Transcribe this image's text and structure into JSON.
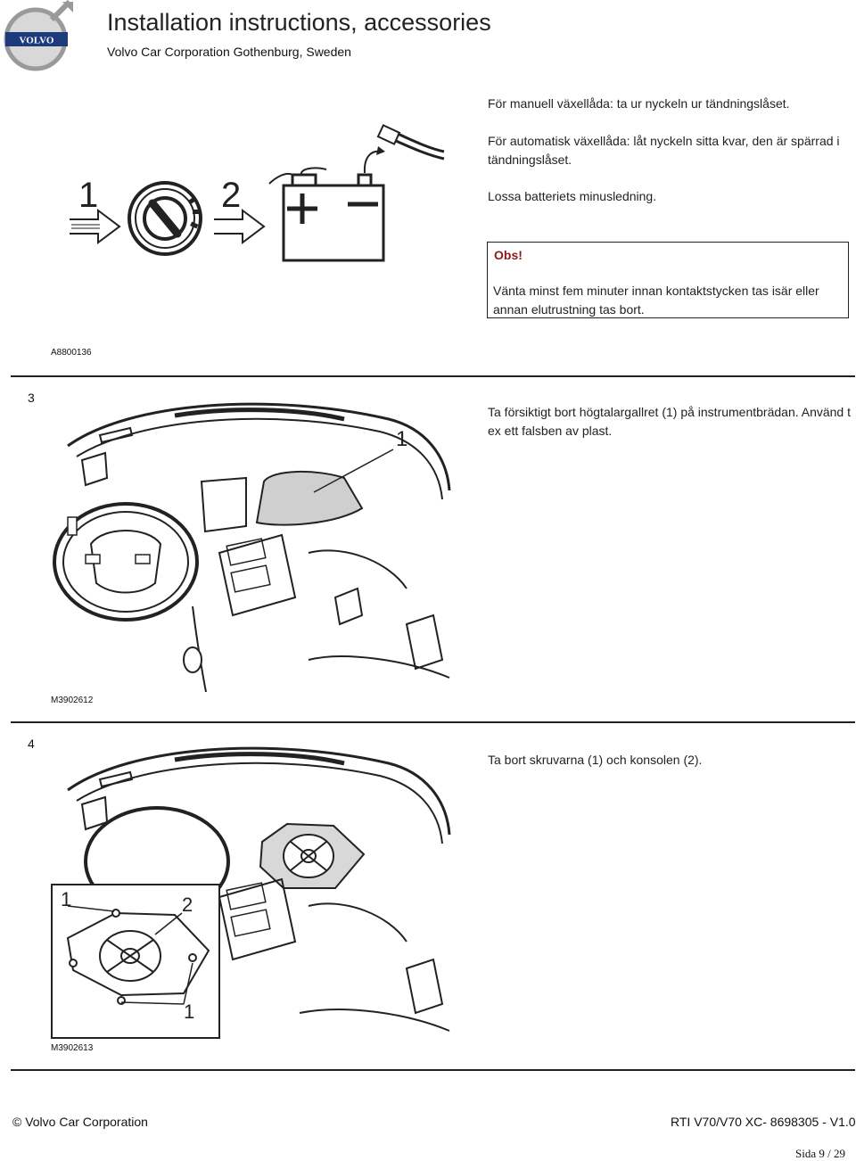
{
  "header": {
    "title": "Installation instructions, accessories",
    "subtitle": "Volvo Car Corporation Gothenburg, Sweden",
    "logo_text": "VOLVO"
  },
  "step2": {
    "paragraphs": [
      "För manuell växellåda: ta ur nyckeln ur tändningslåset.",
      "För automatisk växellåda: låt nyckeln sitta kvar, den är spärrad i tändningslåset.",
      "Lossa batteriets minusledning."
    ],
    "note_title": "Obs!",
    "note_text": "Vänta minst fem minuter innan kontaktstycken tas isär eller annan elutrustning tas bort.",
    "figure_code": "A8800136",
    "figure_labels": [
      "1",
      "2"
    ]
  },
  "step3": {
    "number": "3",
    "text": "Ta försiktigt bort högtalargallret (1) på instrumentbrädan. Använd t ex ett falsben av plast.",
    "figure_code": "M3902612",
    "figure_label": "1"
  },
  "step4": {
    "number": "4",
    "text": "Ta bort skruvarna (1) och konsolen (2).",
    "figure_code": "M3902613",
    "figure_labels": [
      "1",
      "2",
      "1"
    ]
  },
  "footer": {
    "copyright": "© Volvo Car Corporation",
    "doc_ref": "RTI V70/V70 XC- 8698305 - V1.0",
    "page": "Sida 9 / 29"
  }
}
